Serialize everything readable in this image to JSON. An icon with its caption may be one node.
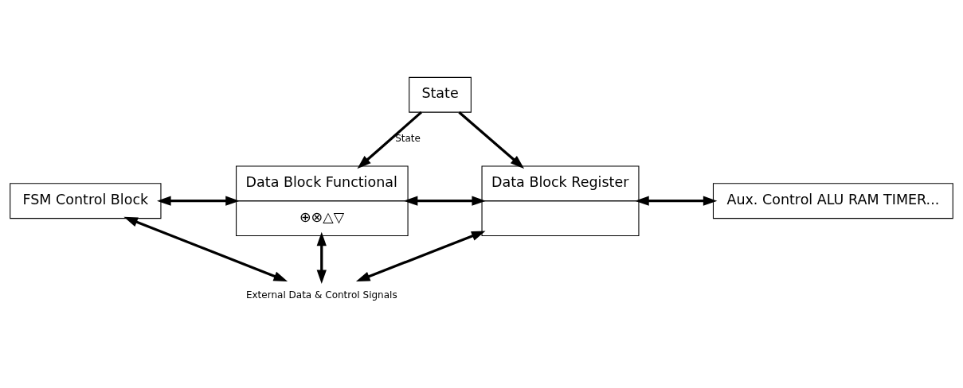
{
  "diagram": {
    "nodes": [
      {
        "text": [
          "State"
        ]
      },
      {
        "text": [
          "FSM Control Block"
        ]
      },
      {
        "text": [
          "Data Block Functional",
          "⊕⊗△▽"
        ]
      },
      {
        "text": [
          "Data Block Register"
        ]
      },
      {
        "text": [
          "Aux. Control ALU RAM TIMER..."
        ]
      },
      {
        "text": [
          "External Data & Control Signals"
        ]
      }
    ],
    "edges": [
      {
        "from": 0,
        "to": 2,
        "arrow": "to",
        "label": "State"
      },
      {
        "from": 0,
        "to": 3,
        "arrow": "to"
      },
      {
        "from": 1,
        "to": 2,
        "arrow": "both"
      },
      {
        "from": 2,
        "to": 3,
        "arrow": "both"
      },
      {
        "from": 3,
        "to": 4,
        "arrow": "both"
      },
      {
        "from": 1,
        "to": 5,
        "arrow": "both"
      },
      {
        "from": 2,
        "to": 5,
        "arrow": "both"
      },
      {
        "from": 3,
        "to": 5,
        "arrow": "both"
      }
    ]
  }
}
